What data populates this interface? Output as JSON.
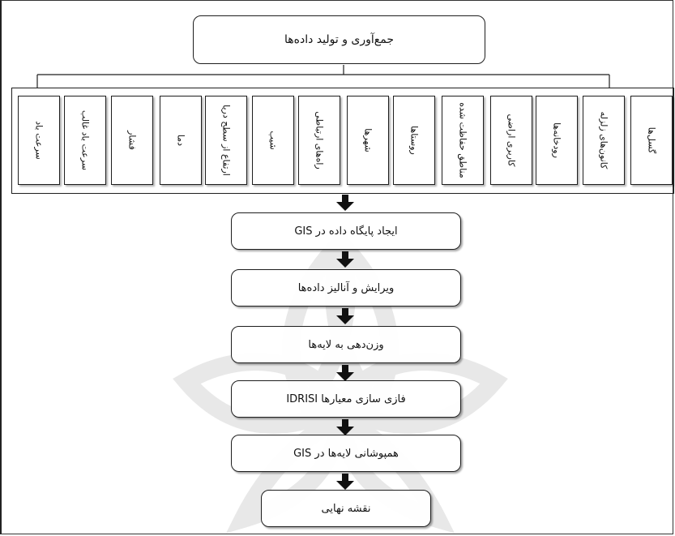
{
  "top_box": "جمع‌آوری و تولید داده‌ها",
  "data_layers": [
    "سرعت باد",
    "سرعت باد غالب",
    "فشار",
    "دما",
    "ارتفاع از سطح دریا",
    "شیب",
    "راه‌های ارتباطی",
    "شهرها",
    "روستاها",
    "مناطق حفاظت شده",
    "کاربری اراضی",
    "رودخانه‌ها",
    "کانون‌های زلزله",
    "گسل‌ها"
  ],
  "steps": [
    "ایجاد پایگاه داده در GIS",
    "ویرایش و آنالیز داده‌ها",
    "وزن‌دهی به لایه‌ها",
    "فازی سازی معیارها IDRISI",
    "همپوشانی لایه‌ها در GIS",
    "نقشه نهایی"
  ],
  "colors": {
    "line": "#1e1e1e",
    "arrow": "#111111",
    "watermark": "#e8e8e8"
  }
}
